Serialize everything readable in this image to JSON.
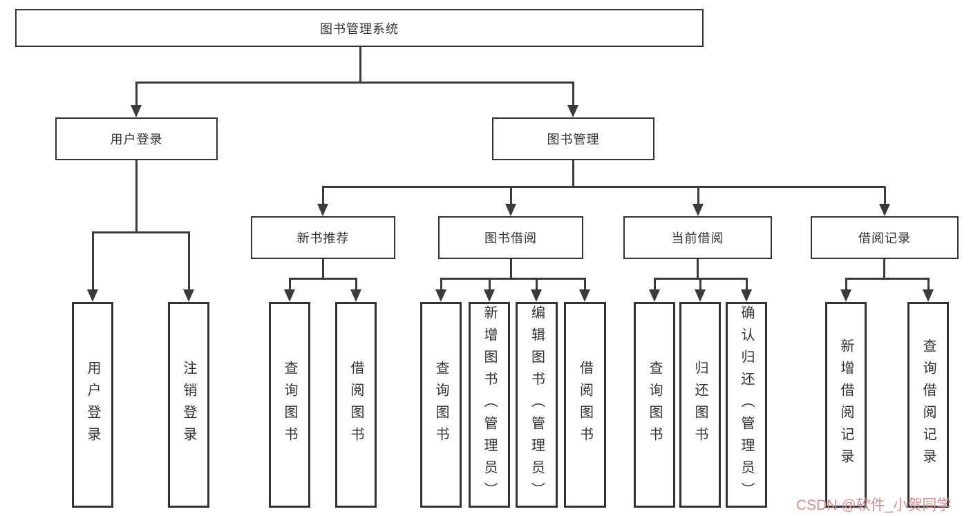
{
  "diagram": {
    "root": {
      "label": "图书管理系统"
    },
    "level2": [
      {
        "label": "用户登录"
      },
      {
        "label": "图书管理"
      }
    ],
    "level3": [
      {
        "label": "新书推荐"
      },
      {
        "label": "图书借阅"
      },
      {
        "label": "当前借阅"
      },
      {
        "label": "借阅记录"
      }
    ],
    "leaves": {
      "user_login": [
        "用户登录",
        "注销登录"
      ],
      "new_books": [
        "查询图书",
        "借阅图书"
      ],
      "book_borrow": [
        "查询图书",
        "新增图书（管理员）",
        "编辑图书（管理员）",
        "借阅图书"
      ],
      "current_borrow": [
        "查询图书",
        "归还图书",
        "确认归还（管理员）"
      ],
      "borrow_records": [
        "新增借阅记录",
        "查询借阅记录"
      ]
    }
  },
  "watermark": {
    "text": "CSDN @软件_小贺同学",
    "color": "#d18f8f"
  },
  "colors": {
    "line": "#3a3a3a",
    "border": "#333333",
    "background": "#ffffff"
  }
}
